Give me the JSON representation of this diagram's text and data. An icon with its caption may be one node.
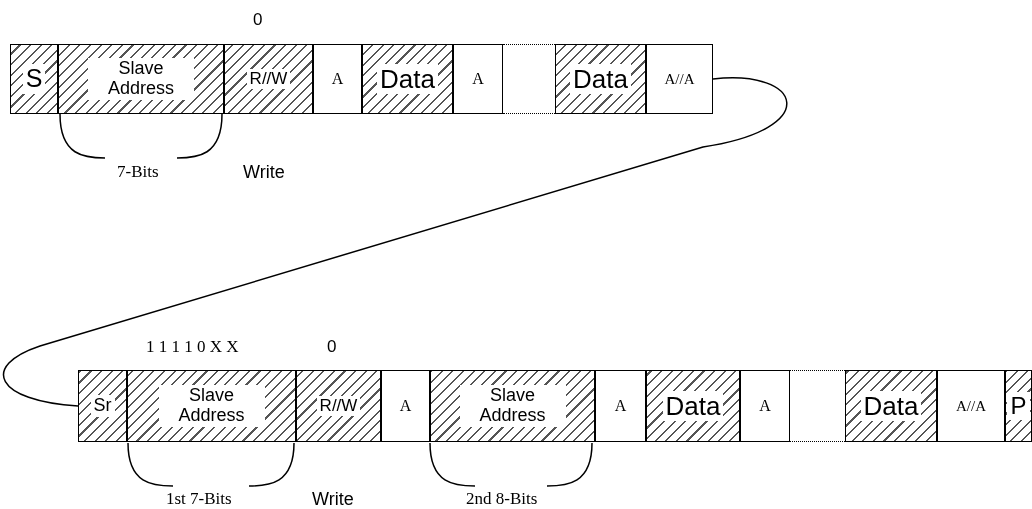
{
  "diagram": {
    "nodes": [
      {
        "text": [
          "S"
        ]
      },
      {
        "text": [
          "Slave Address"
        ]
      },
      {
        "text": [
          "R//W"
        ]
      },
      {
        "text": [
          "A"
        ]
      },
      {
        "text": [
          "Data"
        ]
      },
      {
        "text": [
          "A"
        ]
      },
      {
        "text": [],
        "shape": "box"
      },
      {
        "text": [
          "Data"
        ]
      },
      {
        "text": [
          "A//A"
        ]
      },
      {
        "text": [
          "Sr"
        ]
      },
      {
        "text": [
          "Slave Address"
        ]
      },
      {
        "text": [
          "R//W"
        ]
      },
      {
        "text": [
          "A"
        ]
      },
      {
        "text": [
          "Slave Address"
        ]
      },
      {
        "text": [
          "A"
        ]
      },
      {
        "text": [
          "Data"
        ]
      },
      {
        "text": [
          "A"
        ]
      },
      {
        "text": [],
        "shape": "box"
      },
      {
        "text": [
          "Data"
        ]
      },
      {
        "text": [
          "A//A"
        ]
      },
      {
        "text": [
          "P"
        ]
      }
    ],
    "edges": [
      {
        "from": 8,
        "to": 9,
        "arrow": "none"
      }
    ],
    "labels": [
      "0",
      "7-Bits",
      "Write",
      "1 1 1 1 0 X X",
      "0",
      "1st 7-Bits",
      "Write",
      "2nd 8-Bits"
    ]
  }
}
